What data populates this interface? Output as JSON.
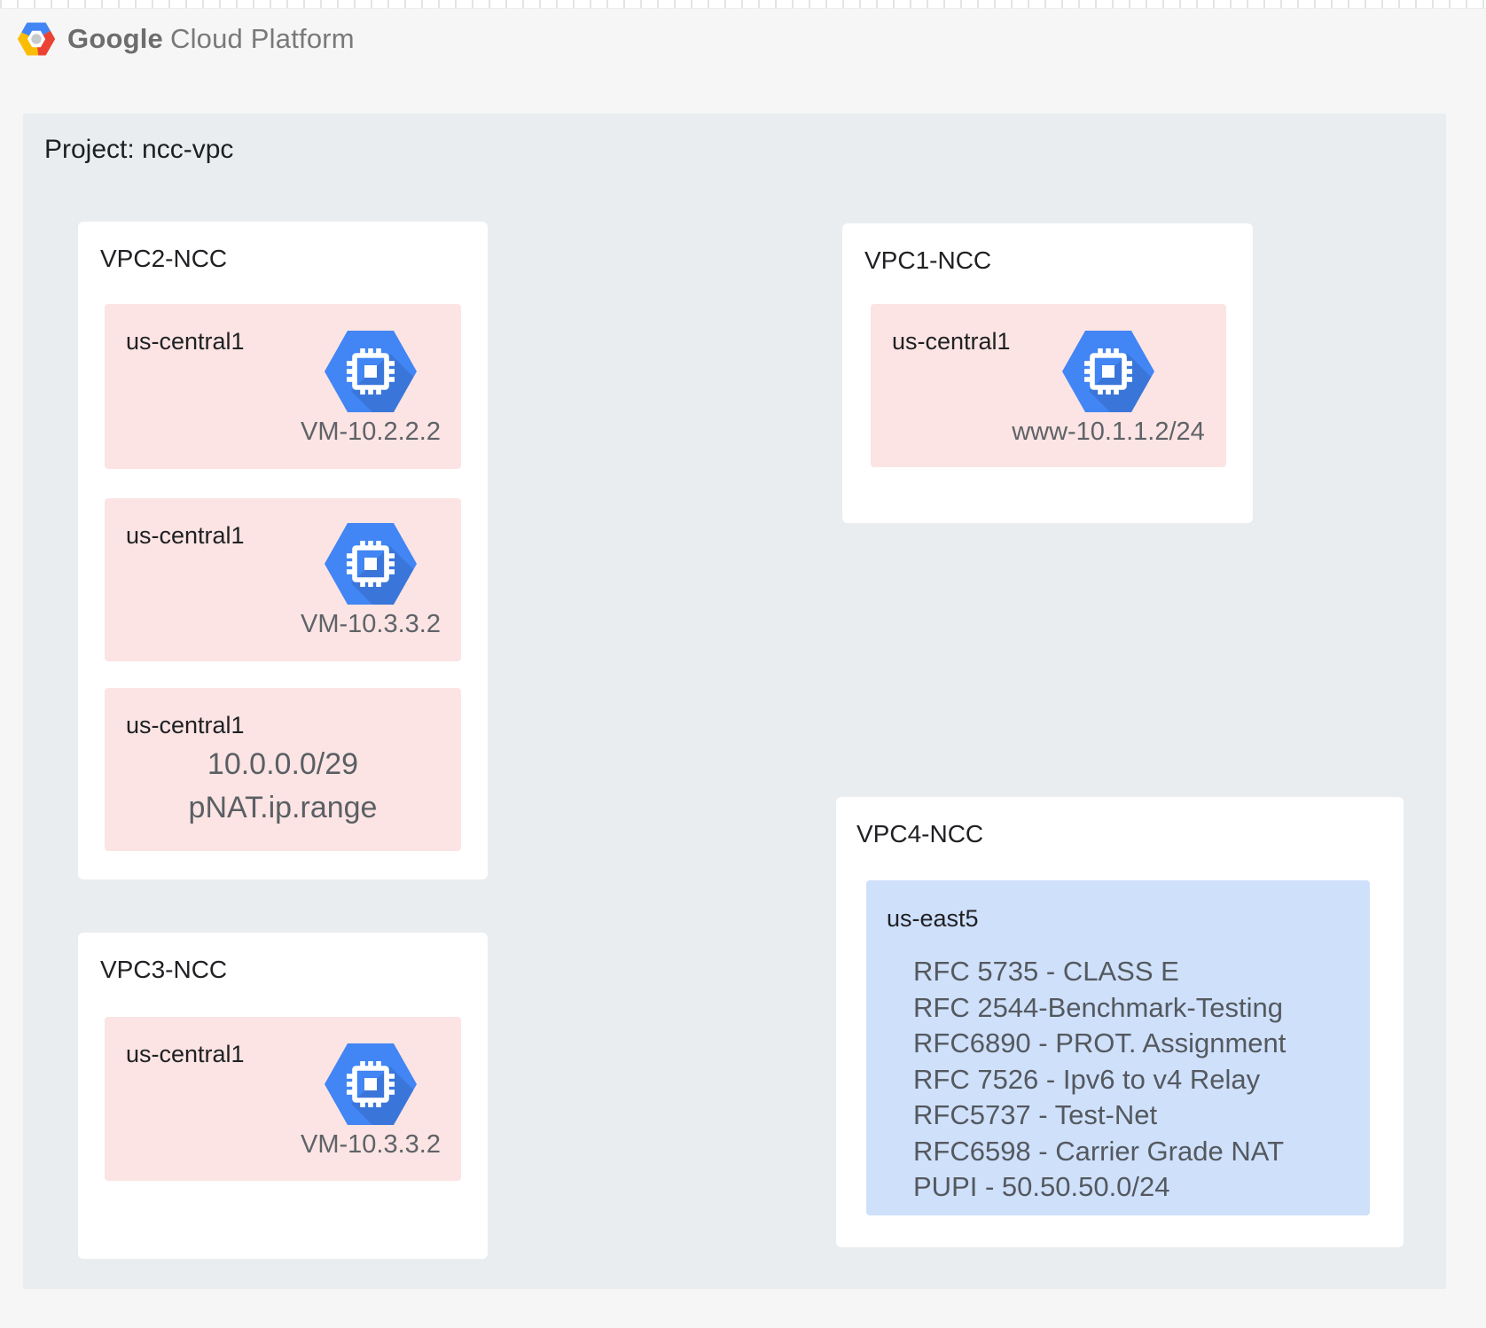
{
  "header": {
    "logo_primary": "Google",
    "logo_secondary": "Cloud Platform"
  },
  "project": {
    "label": "Project: ncc-vpc"
  },
  "colors": {
    "page_background": "#f6f6f7",
    "project_background": "#e9edf0",
    "card_background": "#ffffff",
    "region_pink": "#fbe4e3",
    "region_blue": "#cfe0fb",
    "icon_blue": "#4285f4",
    "text_dark": "#202124",
    "text_gray": "#5f6368",
    "logo_gray": "#737373"
  },
  "icons": {
    "logo": "gcp-logo-icon",
    "vm": "compute-engine-icon"
  },
  "vpcs": [
    {
      "title": "VPC2-NCC",
      "regions": [
        {
          "name": "us-central1",
          "type": "vm",
          "vm_label": "VM-10.2.2.2"
        },
        {
          "name": "us-central1",
          "type": "vm",
          "vm_label": "VM-10.3.3.2"
        },
        {
          "name": "us-central1",
          "type": "text",
          "lines": [
            "10.0.0.0/29",
            "pNAT.ip.range"
          ]
        }
      ]
    },
    {
      "title": "VPC1-NCC",
      "regions": [
        {
          "name": "us-central1",
          "type": "vm",
          "vm_label": "www-10.1.1.2/24"
        }
      ]
    },
    {
      "title": "VPC3-NCC",
      "regions": [
        {
          "name": "us-central1",
          "type": "vm",
          "vm_label": "VM-10.3.3.2"
        }
      ]
    },
    {
      "title": "VPC4-NCC",
      "regions": [
        {
          "name": "us-east5",
          "type": "list",
          "lines": [
            "RFC 5735 - CLASS E",
            "RFC 2544-Benchmark-Testing",
            "RFC6890 - PROT. Assignment",
            "RFC 7526 - Ipv6 to v4 Relay",
            "RFC5737 - Test-Net",
            "RFC6598 - Carrier Grade NAT",
            "PUPI - 50.50.50.0/24"
          ]
        }
      ]
    }
  ]
}
